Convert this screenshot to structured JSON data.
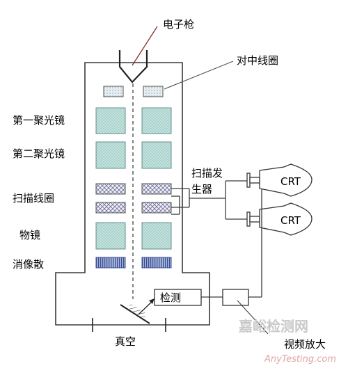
{
  "labels": {
    "electron_gun": "电子枪",
    "centering_coil": "对中线圈",
    "first_condenser": "第一聚光镜",
    "second_condenser": "第二聚光镜",
    "scan_coil": "扫描线圈",
    "objective": "物镜",
    "stigmator": "消像散",
    "scan_generator_line1": "扫描发",
    "scan_generator_line2": "生器",
    "detector": "检测",
    "video_amp": "视频放大",
    "vacuum": "真空",
    "crt_top": "CRT",
    "crt_bottom": "CRT"
  },
  "watermark": {
    "main": "嘉峪检测网",
    "url": "AnyTesting.com"
  },
  "colors": {
    "line": "#3a3a3a",
    "lens_fill": "#b8dcd8",
    "small_coil_fill": "#dde8ec",
    "stig_fill": "#9aa9cf"
  }
}
